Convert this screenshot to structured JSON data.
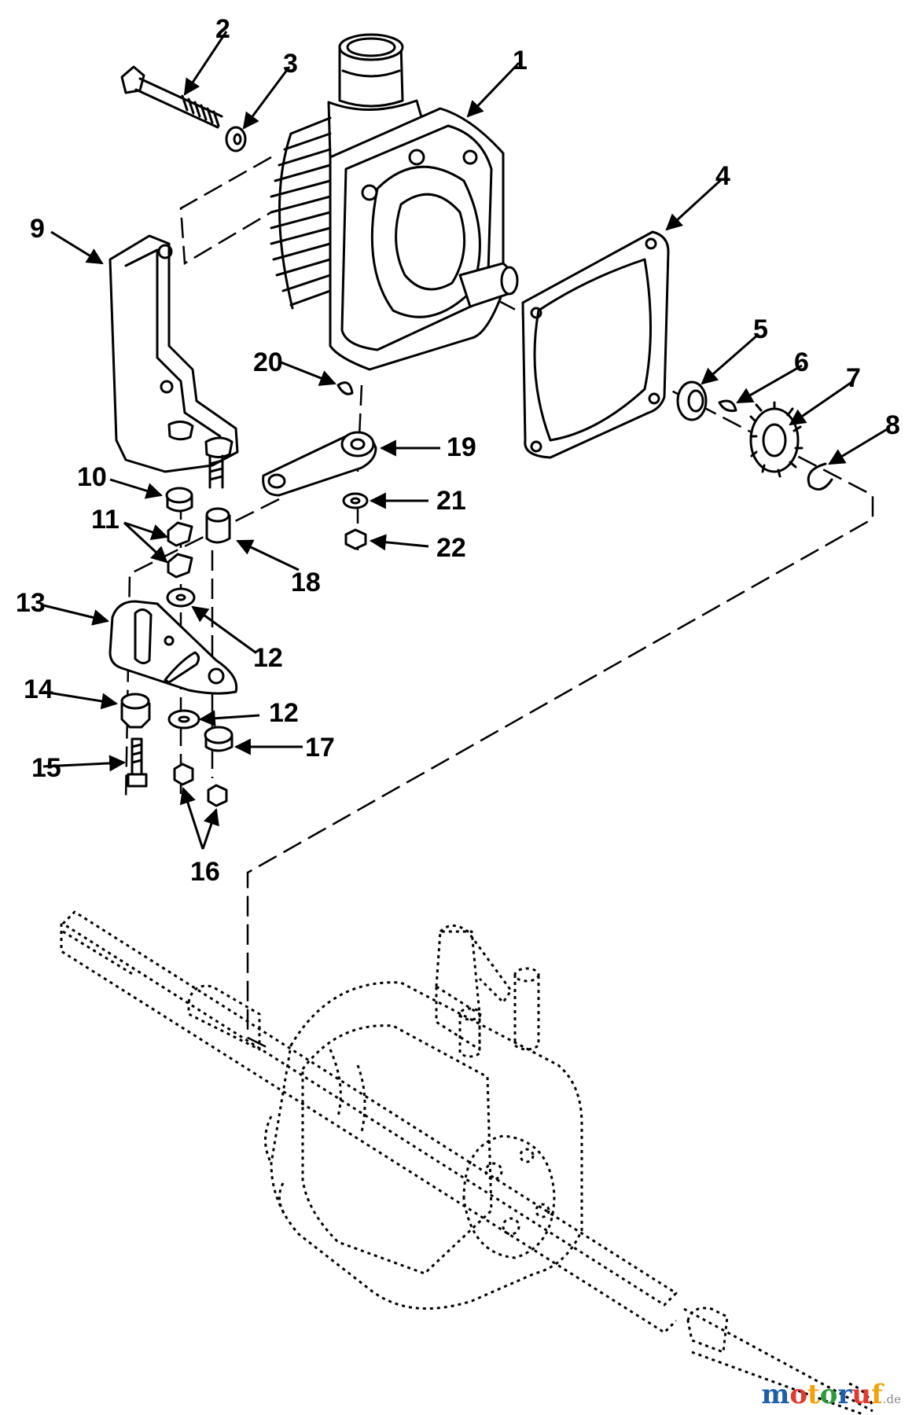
{
  "callouts": [
    "1",
    "2",
    "3",
    "4",
    "5",
    "6",
    "7",
    "8",
    "9",
    "10",
    "11",
    "12",
    "13",
    "14",
    "15",
    "16",
    "17",
    "18",
    "19",
    "20",
    "21",
    "22"
  ],
  "watermark": {
    "letters": [
      {
        "char": "m",
        "color": "#1f5fa8"
      },
      {
        "char": "o",
        "color": "#e23a2e"
      },
      {
        "char": "t",
        "color": "#f2a20c"
      },
      {
        "char": "o",
        "color": "#2e9a3a"
      },
      {
        "char": "r",
        "color": "#1f5fa8"
      },
      {
        "char": "u",
        "color": "#e23a2e"
      },
      {
        "char": "f",
        "color": "#f2a20c"
      }
    ],
    "suffix": ".de"
  }
}
